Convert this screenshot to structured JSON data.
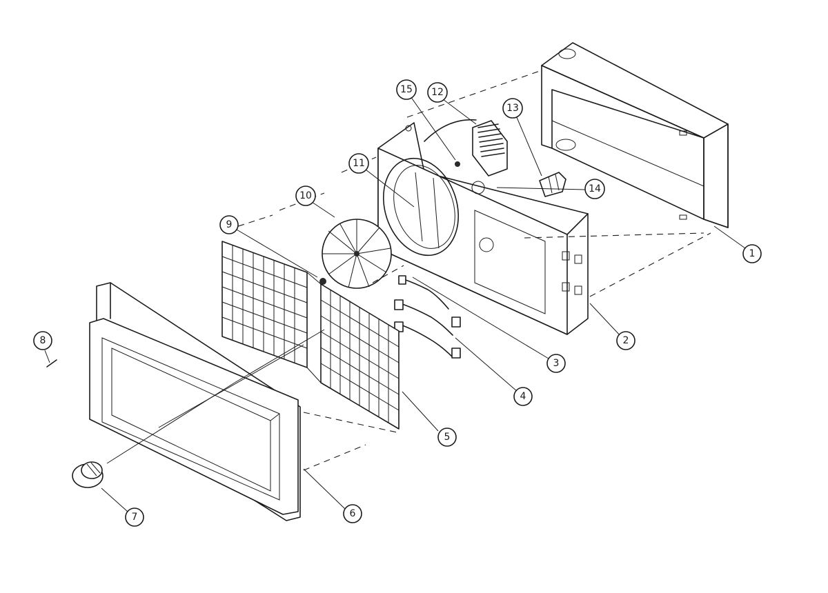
{
  "diagram": {
    "part_numbers": [
      "1",
      "2",
      "3",
      "4",
      "5",
      "6",
      "7",
      "8",
      "9",
      "10",
      "11",
      "12",
      "13",
      "14",
      "15"
    ]
  }
}
